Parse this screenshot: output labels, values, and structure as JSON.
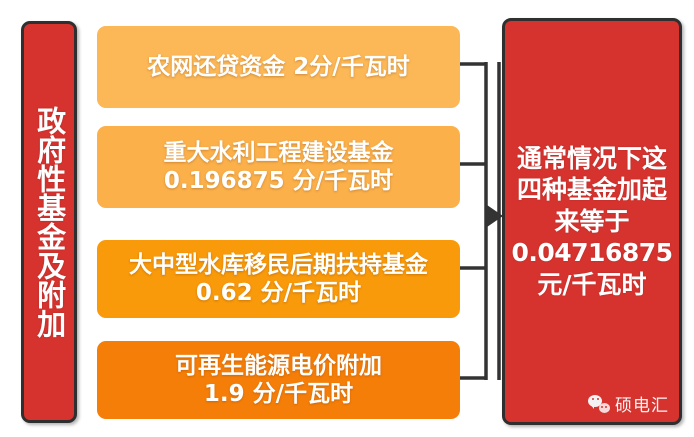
{
  "diagram": {
    "category": {
      "label": "政府性基金及附加"
    },
    "items": [
      {
        "line1": "农网还贷资金 2分/千瓦时",
        "line2": "",
        "color": "#FCB756",
        "name": "rural-grid-loan-repayment-fund"
      },
      {
        "line1": "重大水利工程建设基金",
        "line2": "0.196875 分/千瓦时",
        "color": "#FBB04A",
        "name": "major-water-conservancy-fund"
      },
      {
        "line1": "大中型水库移民后期扶持基金",
        "line2": "0.62 分/千瓦时",
        "color": "#F99A0B",
        "name": "reservoir-resettlement-support-fund"
      },
      {
        "line1": "可再生能源电价附加",
        "line2": "1.9 分/千瓦时",
        "color": "#F57E09",
        "name": "renewable-energy-surcharge"
      }
    ],
    "summary": {
      "lines": [
        "通常情况下这",
        "四种基金加起",
        "来等于",
        "0.04716875",
        "元/千瓦时"
      ]
    },
    "watermark": {
      "icon": "wechat-icon",
      "text": "硕电汇"
    },
    "colors": {
      "red": "#D6332F",
      "border": "#2f2f2f",
      "connector": "#333333",
      "text_light": "#ffffff"
    }
  }
}
